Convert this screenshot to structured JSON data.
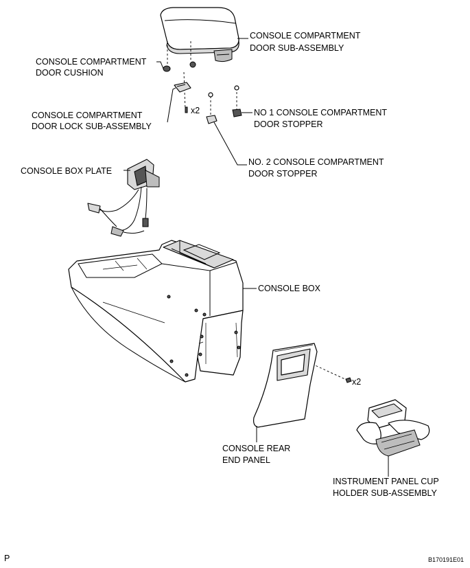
{
  "labels": {
    "door_sub_assembly": [
      "CONSOLE COMPARTMENT",
      "DOOR SUB-ASSEMBLY"
    ],
    "door_cushion": [
      "CONSOLE COMPARTMENT",
      "DOOR CUSHION"
    ],
    "door_lock": [
      "CONSOLE COMPARTMENT",
      "DOOR LOCK SUB-ASSEMBLY"
    ],
    "stopper_1": [
      "NO  1 CONSOLE COMPARTMENT",
      "DOOR STOPPER"
    ],
    "stopper_2": [
      "NO. 2 CONSOLE COMPARTMENT",
      "DOOR STOPPER"
    ],
    "box_plate": "CONSOLE BOX PLATE",
    "console_box": "CONSOLE BOX",
    "rear_end_panel": [
      "CONSOLE REAR",
      "END PANEL"
    ],
    "cup_holder": [
      "INSTRUMENT PANEL CUP",
      "HOLDER SUB-ASSEMBLY"
    ]
  },
  "quantities": {
    "lock_screws": "x2",
    "panel_clips": "x2"
  },
  "footer": {
    "left_mark": "P",
    "figure_id": "B170191E01"
  }
}
